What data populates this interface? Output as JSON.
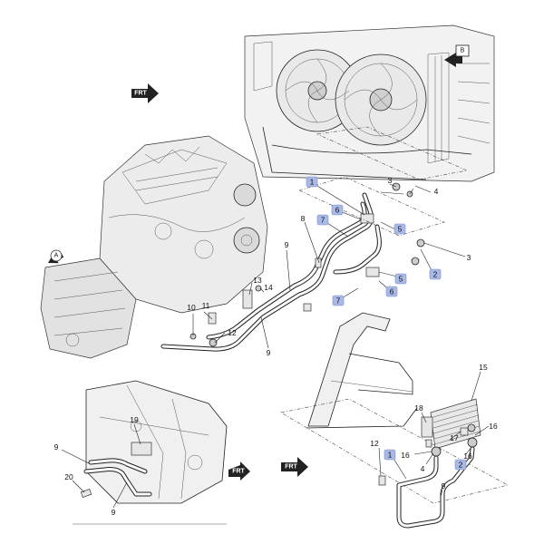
{
  "view_markers": {
    "a": "A",
    "b": "B"
  },
  "callouts_plain": [
    {
      "id": "c3a",
      "text": "3"
    },
    {
      "id": "c4a",
      "text": "4"
    },
    {
      "id": "c8",
      "text": "8"
    },
    {
      "id": "c3b",
      "text": "3"
    },
    {
      "id": "c9a",
      "text": "9"
    },
    {
      "id": "c13",
      "text": "13"
    },
    {
      "id": "c14",
      "text": "14"
    },
    {
      "id": "c11",
      "text": "11"
    },
    {
      "id": "c10",
      "text": "10"
    },
    {
      "id": "c12a",
      "text": "12"
    },
    {
      "id": "c9b",
      "text": "9"
    },
    {
      "id": "c15",
      "text": "15"
    },
    {
      "id": "c18",
      "text": "18"
    },
    {
      "id": "c16a",
      "text": "16"
    },
    {
      "id": "c12b",
      "text": "12"
    },
    {
      "id": "c17",
      "text": "17"
    },
    {
      "id": "c16b",
      "text": "16"
    },
    {
      "id": "c4b",
      "text": "4"
    },
    {
      "id": "c9c",
      "text": "9"
    },
    {
      "id": "c19",
      "text": "19"
    },
    {
      "id": "c9d",
      "text": "9"
    },
    {
      "id": "c20",
      "text": "20"
    },
    {
      "id": "c9e",
      "text": "9"
    },
    {
      "id": "c16c",
      "text": "16"
    }
  ],
  "callouts_tagged": [
    {
      "id": "t1a",
      "text": "1"
    },
    {
      "id": "t7a",
      "text": "7"
    },
    {
      "id": "t6a",
      "text": "6"
    },
    {
      "id": "t5a",
      "text": "5"
    },
    {
      "id": "t2a",
      "text": "2"
    },
    {
      "id": "t5b",
      "text": "5"
    },
    {
      "id": "t7b",
      "text": "7"
    },
    {
      "id": "t6b",
      "text": "6"
    },
    {
      "id": "t1b",
      "text": "1"
    },
    {
      "id": "t2b",
      "text": "2"
    }
  ],
  "front_arrow_text": "FRT",
  "colors": {
    "tag_fill": "#a9b9e6",
    "line": "#222222"
  }
}
